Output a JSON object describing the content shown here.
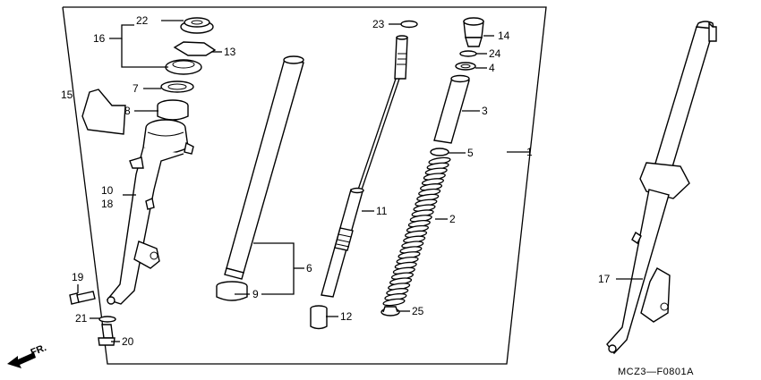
{
  "diagram": {
    "callouts": [
      "1",
      "2",
      "3",
      "4",
      "5",
      "6",
      "7",
      "8",
      "9",
      "10",
      "11",
      "12",
      "13",
      "14",
      "15",
      "16",
      "17",
      "18",
      "19",
      "20",
      "21",
      "22",
      "23",
      "24",
      "25"
    ],
    "drawing_code": "MCZ3—F0801A",
    "direction_label": "FR."
  }
}
